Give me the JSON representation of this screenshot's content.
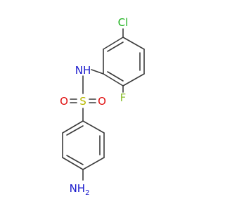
{
  "molecule": {
    "atoms": {
      "chlorine": "Cl",
      "nitrogen_amide": "NH",
      "fluorine": "F",
      "sulfur": "S",
      "oxygen_left": "O",
      "oxygen_right": "O",
      "amine_n": "NH",
      "amine_sub": "2"
    },
    "colors": {
      "bond": "#3c3c3c",
      "chlorine": "#1fb21f",
      "nitrogen": "#1a1acc",
      "fluorine": "#8bbf2e",
      "sulfur": "#b8b800",
      "oxygen": "#e01010"
    }
  }
}
